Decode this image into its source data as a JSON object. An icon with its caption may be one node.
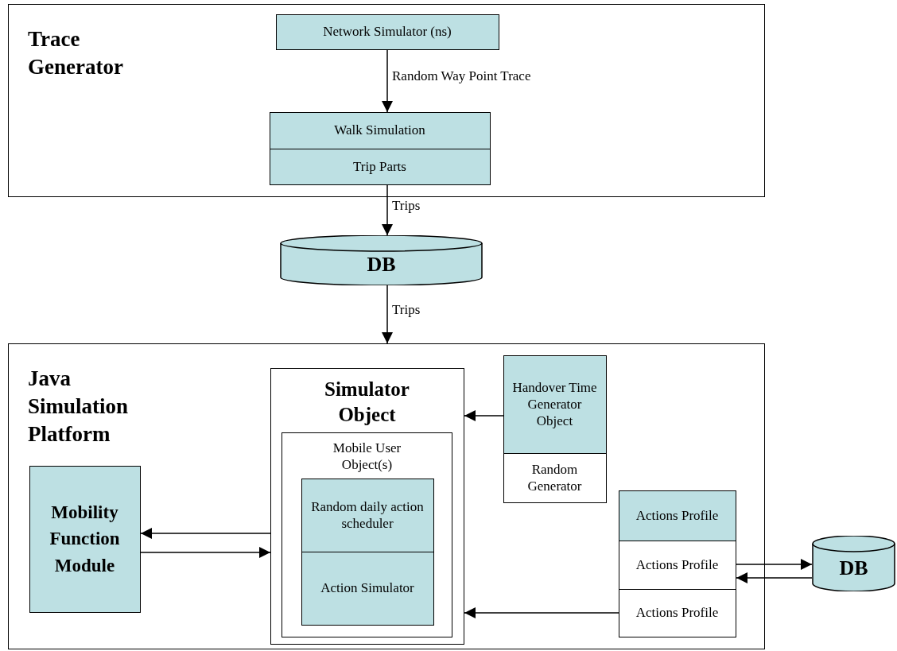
{
  "diagram": {
    "nodes": [
      {
        "text": [
          "Trace Generator"
        ]
      },
      {
        "text": [
          "Network Simulator (ns)"
        ],
        "in": 0
      },
      {
        "text": [
          "Walk Simulation"
        ],
        "in": 0
      },
      {
        "text": [
          "Trip Parts"
        ],
        "in": 0
      },
      {
        "text": [
          "DB"
        ]
      },
      {
        "text": [
          "Java Simulation Platform"
        ]
      },
      {
        "text": [
          "Simulator Object"
        ],
        "in": 5
      },
      {
        "text": [
          "Mobile User Object(s)"
        ],
        "in": 6
      },
      {
        "text": [
          "Random daily action scheduler"
        ],
        "in": 7
      },
      {
        "text": [
          "Action Simulator"
        ],
        "in": 7
      },
      {
        "text": [
          "Handover Time Generator Object"
        ],
        "in": 5
      },
      {
        "text": [
          "Random Generator"
        ],
        "in": 5
      },
      {
        "text": [
          "Mobility Function Module"
        ],
        "in": 5
      },
      {
        "text": [
          "Actions Profile"
        ],
        "in": 5
      },
      {
        "text": [
          "Actions Profile"
        ],
        "in": 5
      },
      {
        "text": [
          "Actions Profile"
        ],
        "in": 5
      },
      {
        "text": [
          "DB"
        ]
      }
    ],
    "edges": [
      {
        "from": 1,
        "to": 2,
        "arrow": "to",
        "label": "Random Way Point Trace"
      },
      {
        "from": 3,
        "to": 4,
        "arrow": "to",
        "label": "Trips"
      },
      {
        "from": 4,
        "to": 5,
        "arrow": "to",
        "label": "Trips"
      },
      {
        "from": 10,
        "to": 6,
        "arrow": "to"
      },
      {
        "from": 6,
        "to": 12,
        "arrow": "to"
      },
      {
        "from": 12,
        "to": 6,
        "arrow": "to"
      },
      {
        "from": 15,
        "to": 6,
        "arrow": "to"
      },
      {
        "from": 14,
        "to": 16,
        "arrow": "to"
      },
      {
        "from": 16,
        "to": 14,
        "arrow": "to"
      }
    ]
  }
}
